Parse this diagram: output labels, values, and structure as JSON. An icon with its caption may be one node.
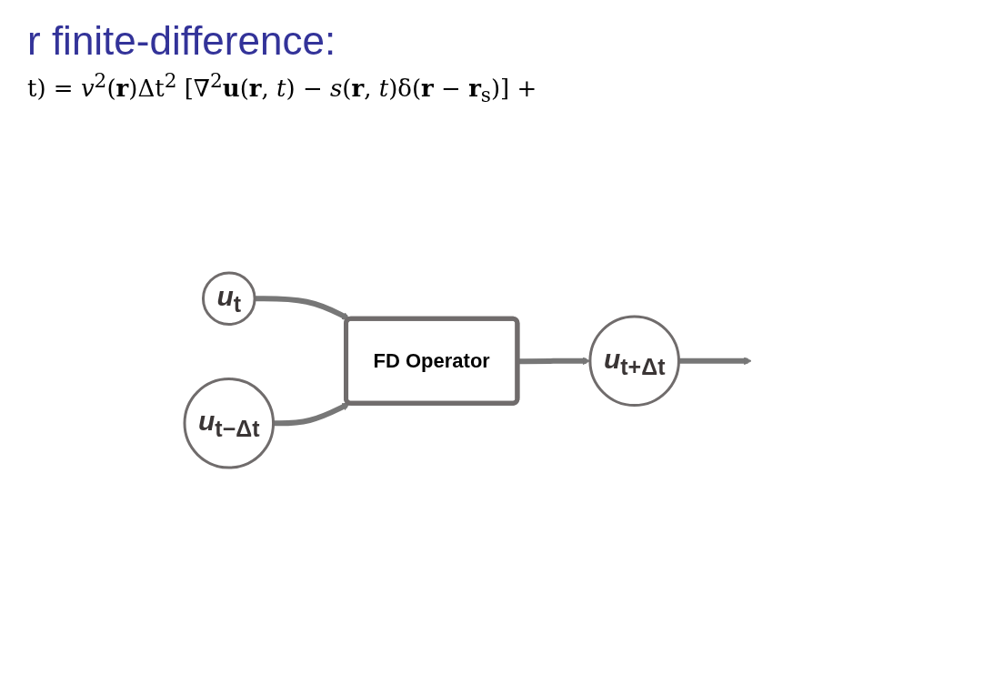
{
  "diagram": {
    "title": "r finite-difference:",
    "nodes": [
      {
        "text": [
          "*u*$_{t}$"
        ]
      },
      {
        "text": [
          "*u*$_{t−Δt}$"
        ]
      },
      {
        "text": [
          "FD Operator"
        ]
      },
      {
        "text": [
          "*u*$_{t+Δt}$"
        ]
      }
    ],
    "edges": [
      {
        "from": 0,
        "to": 2,
        "arrow": "to"
      },
      {
        "from": 1,
        "to": 2,
        "arrow": "to"
      },
      {
        "from": 2,
        "to": 3,
        "arrow": "to"
      },
      {
        "from": 3,
        "to": null,
        "arrow": "to"
      }
    ],
    "labels": [
      "t) = *v*$^{2}$(**r**)Δt$^{2}$ [∇$^{2}$**u**(**r**, *t*) − *s*(**r**, *t*)δ(**r** − **r**$_{s}$)] +"
    ]
  }
}
